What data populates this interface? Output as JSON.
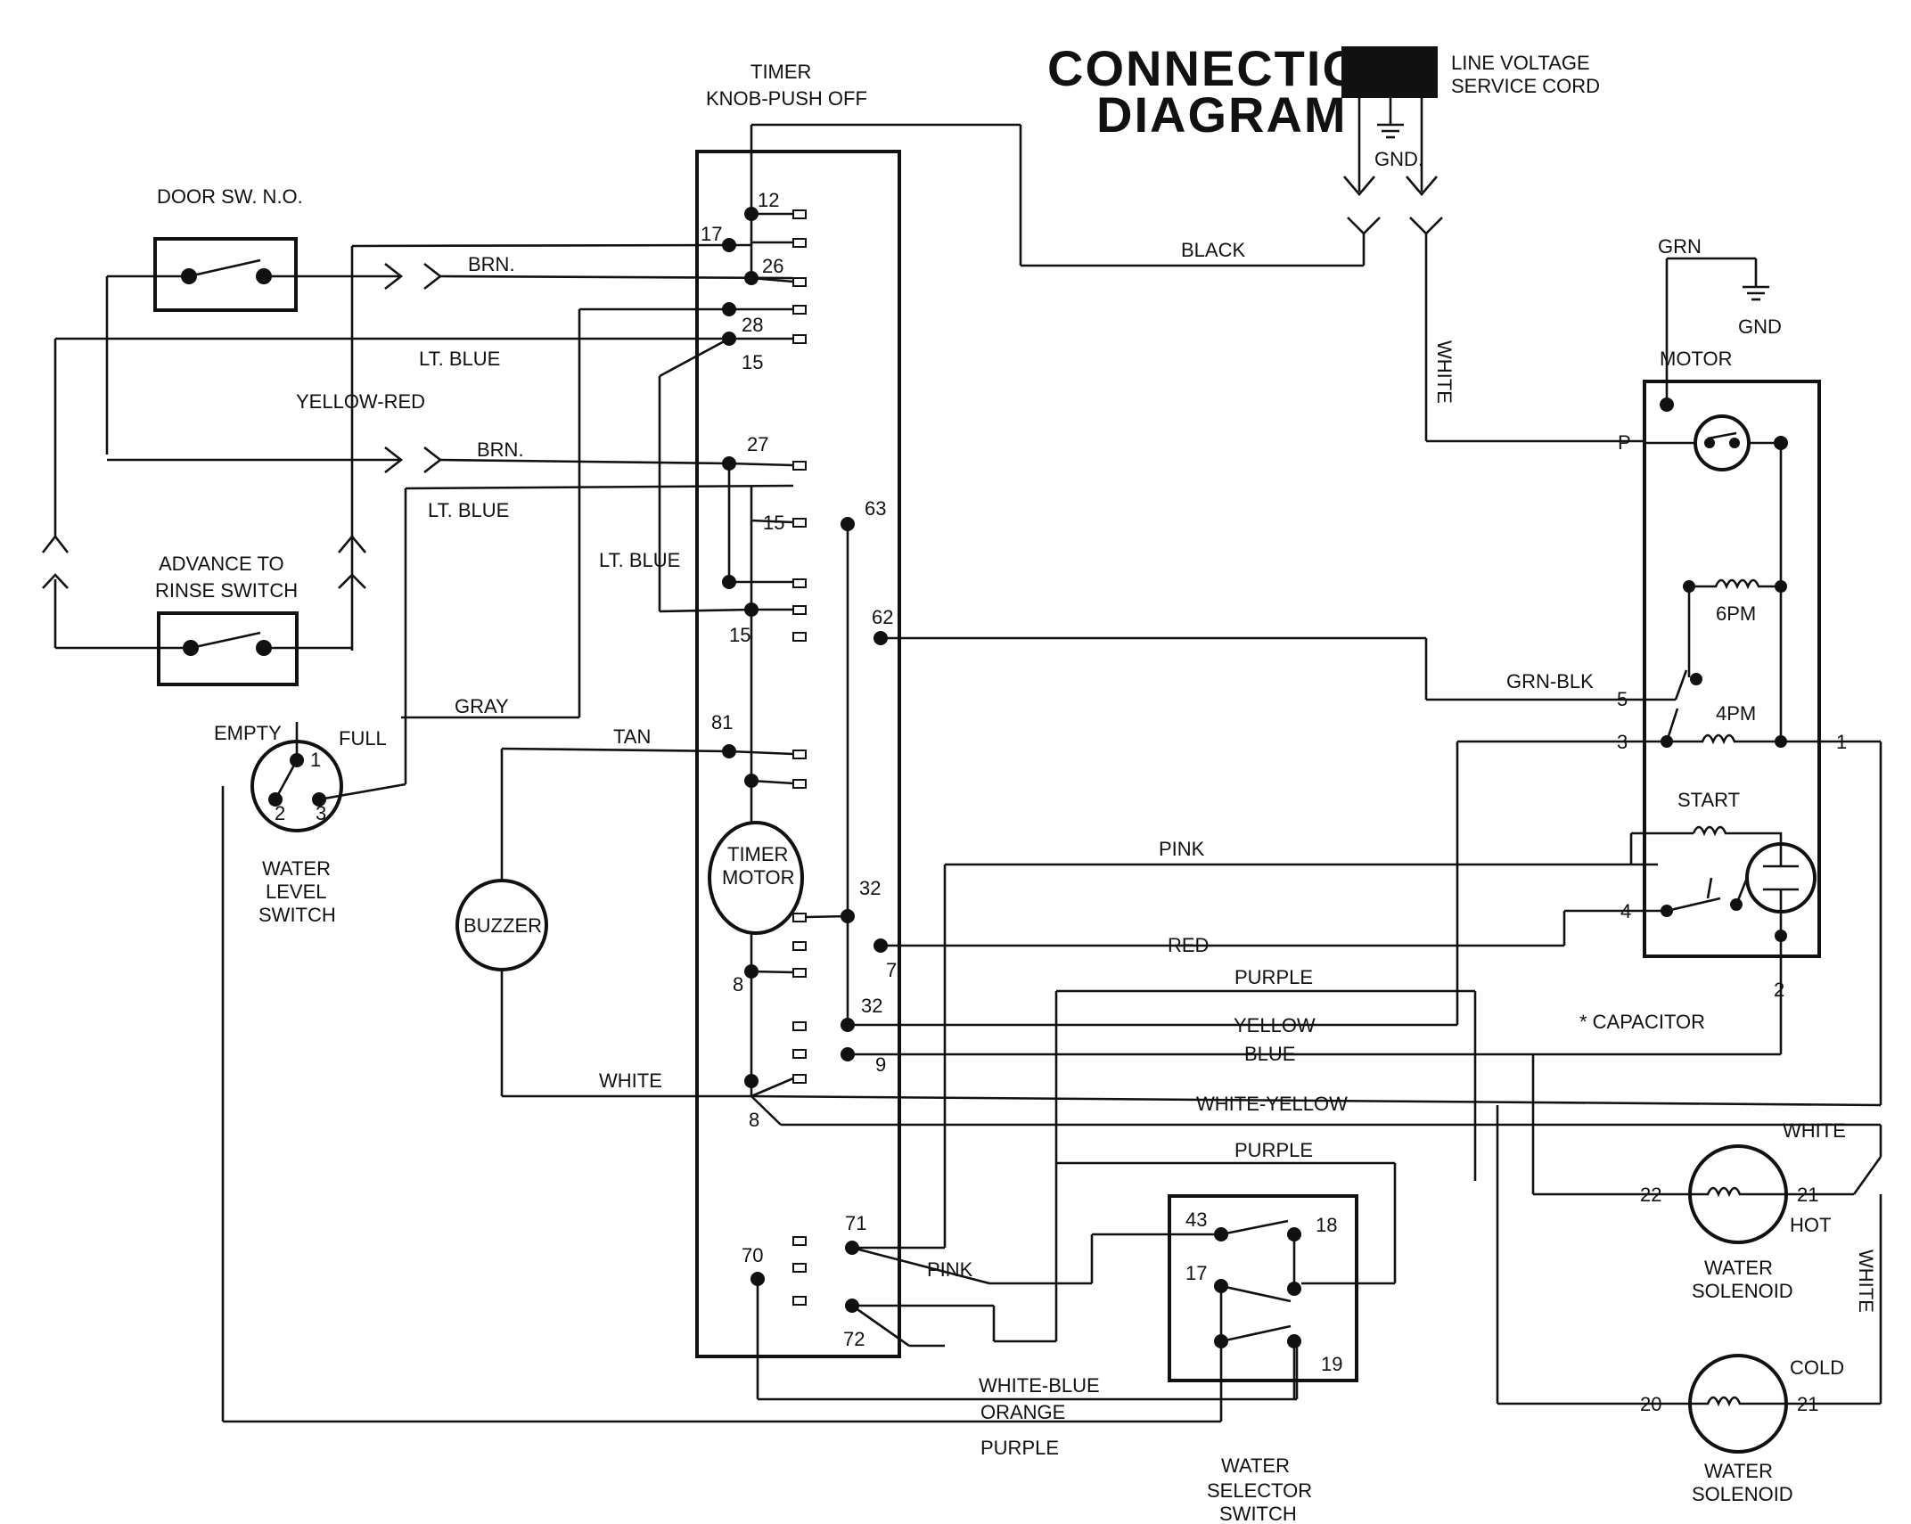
{
  "title": {
    "line1": "CONNECTION",
    "line2": "DIAGRAM"
  },
  "cord": {
    "label1": "LINE VOLTAGE",
    "label2": "SERVICE CORD",
    "gnd": "GND."
  },
  "timer": {
    "header1": "TIMER",
    "header2": "KNOB-PUSH OFF",
    "motor1": "TIMER",
    "motor2": "MOTOR",
    "t12": "12",
    "t17": "17",
    "t26": "26",
    "t28": "28",
    "t15a": "15",
    "t27": "27",
    "t15b": "15",
    "t63": "63",
    "t15c": "15",
    "t62": "62",
    "t81": "81",
    "t32a": "32",
    "t7": "7",
    "t8a": "8",
    "t32b": "32",
    "t9": "9",
    "t8b": "8",
    "t71": "71",
    "t70": "70",
    "t72": "72"
  },
  "switches": {
    "door": "DOOR SW. N.O.",
    "advance1": "ADVANCE TO",
    "advance2": "RINSE SWITCH",
    "empty": "EMPTY",
    "full": "FULL",
    "wl1": "WATER",
    "wl2": "LEVEL",
    "wl3": "SWITCH",
    "wl_t1": "1",
    "wl_t2": "2",
    "wl_t3": "3"
  },
  "buzzer": "BUZZER",
  "motor": {
    "title": "MOTOR",
    "grn": "GRN",
    "gnd": "GND",
    "p": "P",
    "w6pm": "6PM",
    "w4pm": "4PM",
    "start": "START",
    "t5": "5",
    "t3": "3",
    "t1": "1",
    "t4": "4",
    "t2": "2",
    "capacitor": "* CAPACITOR"
  },
  "selector": {
    "t43": "43",
    "t18": "18",
    "t17": "17",
    "t19": "19",
    "label1": "WATER",
    "label2": "SELECTOR",
    "label3": "SWITCH"
  },
  "solenoids": {
    "hot": "HOT",
    "cold": "COLD",
    "l1": "WATER",
    "l2": "SOLENOID",
    "t22": "22",
    "t21a": "21",
    "t20": "20",
    "t21b": "21"
  },
  "wires": {
    "brn1": "BRN.",
    "ltblue1": "LT. BLUE",
    "yellow_red": "YELLOW-RED",
    "brn2": "BRN.",
    "ltblue2": "LT. BLUE",
    "ltblue3": "LT. BLUE",
    "gray": "GRAY",
    "tan": "TAN",
    "white1": "WHITE",
    "black": "BLACK",
    "white_cord": "WHITE",
    "grn_blk": "GRN-BLK",
    "pink1": "PINK",
    "red": "RED",
    "purple1": "PURPLE",
    "yellow": "YELLOW",
    "blue": "BLUE",
    "white_yellow": "WHITE-YELLOW",
    "white2": "WHITE",
    "purple2": "PURPLE",
    "pink2": "PINK",
    "white_blue": "WHITE-BLUE",
    "orange": "ORANGE",
    "purple3": "PURPLE",
    "white3": "WHITE"
  }
}
